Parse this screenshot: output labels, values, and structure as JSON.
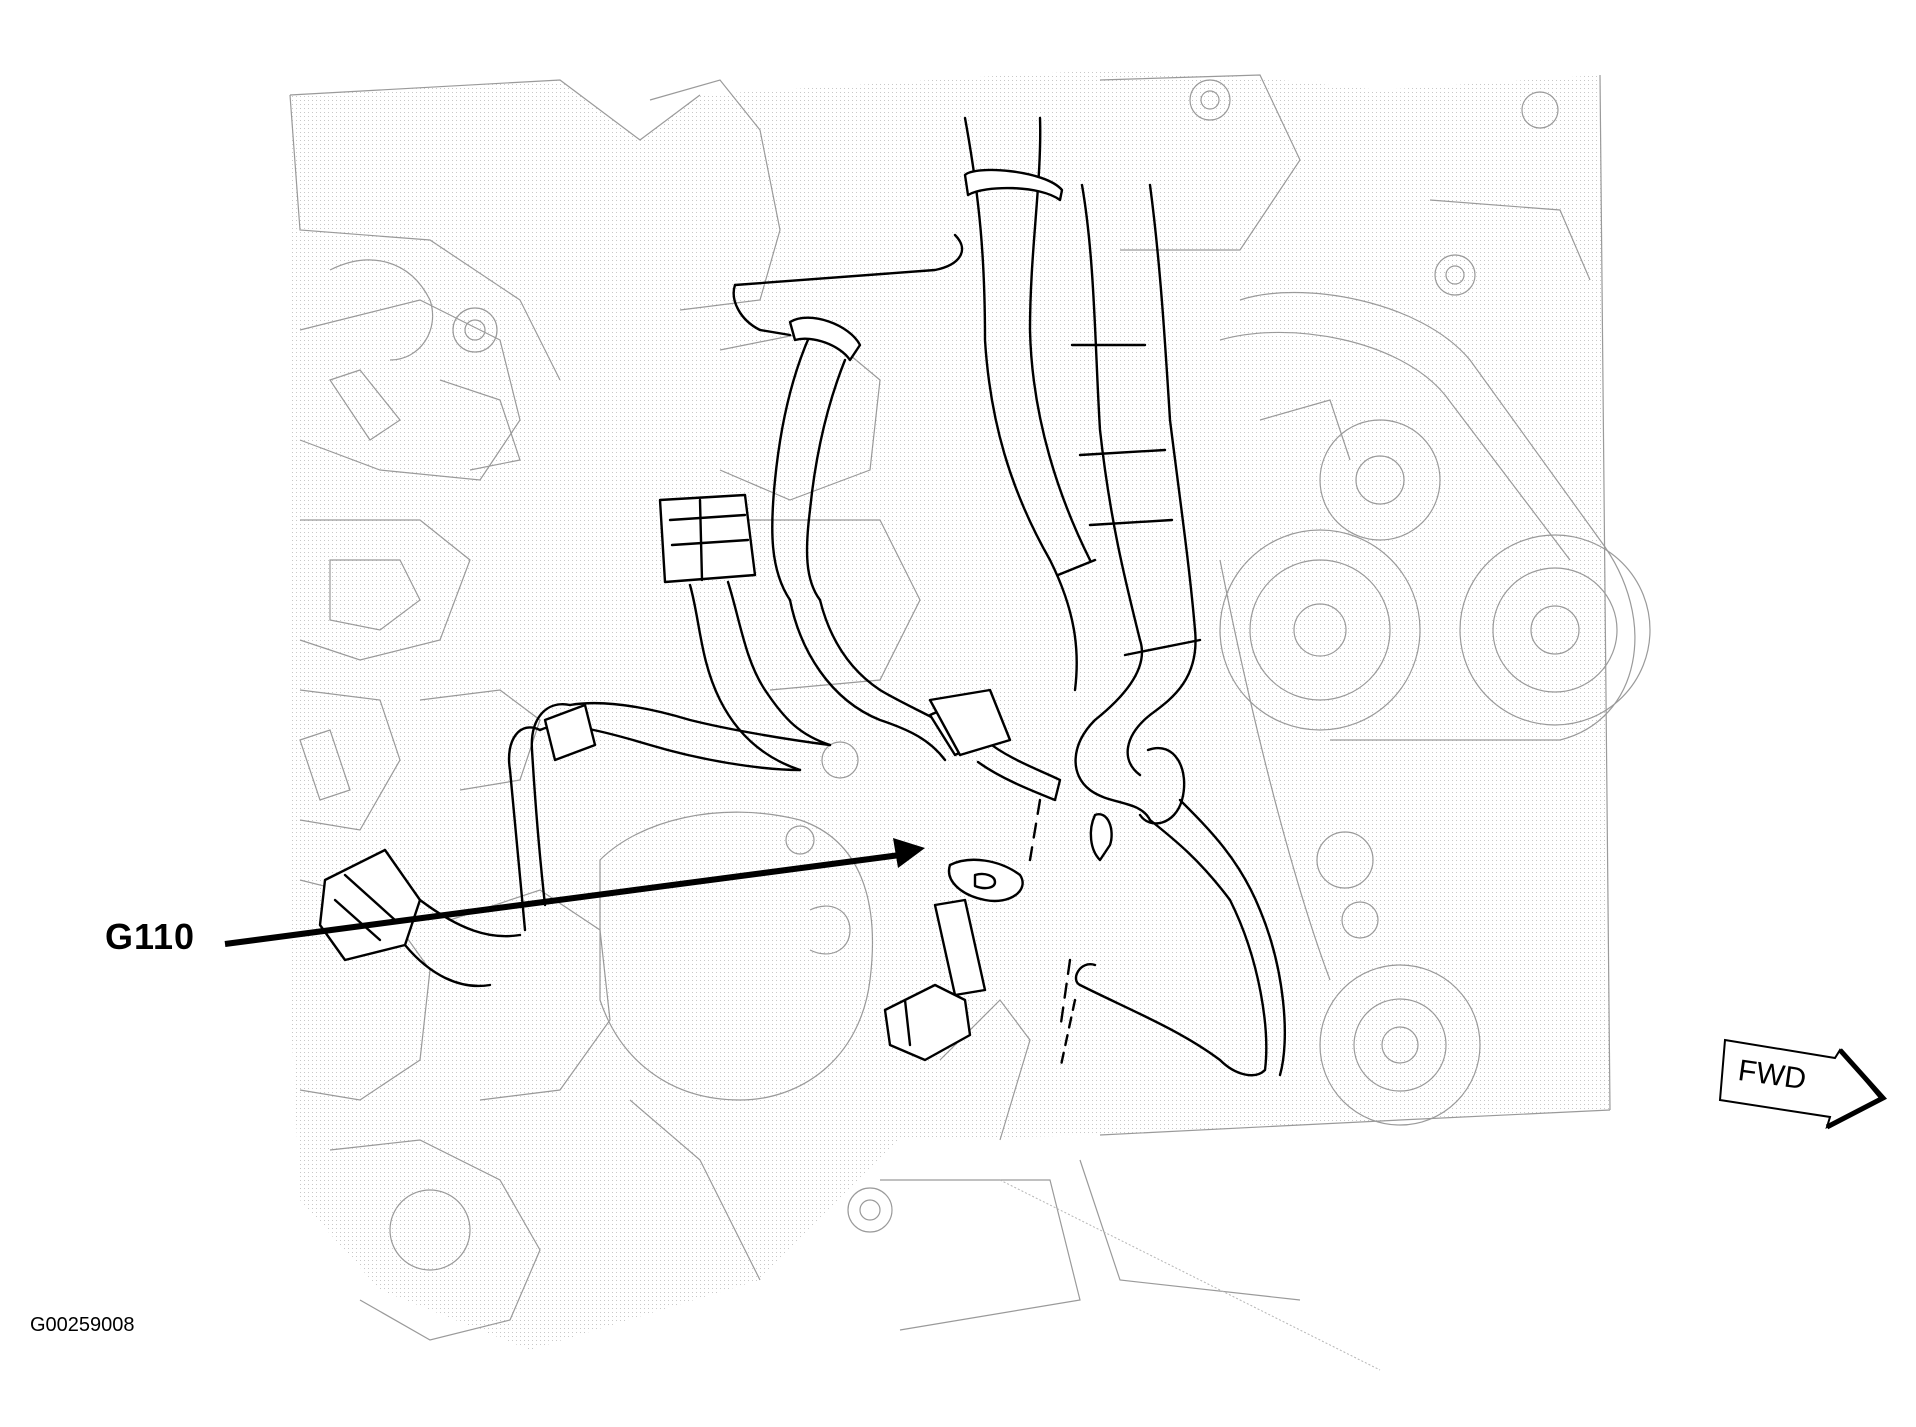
{
  "diagram": {
    "callout_label": "G110",
    "figure_id": "G00259008",
    "direction_label": "FWD",
    "colors": {
      "line": "#000000",
      "ghost_line": "#9a9a9a",
      "background": "#ffffff"
    },
    "icons": {
      "direction": "forward-arrow-icon"
    }
  }
}
